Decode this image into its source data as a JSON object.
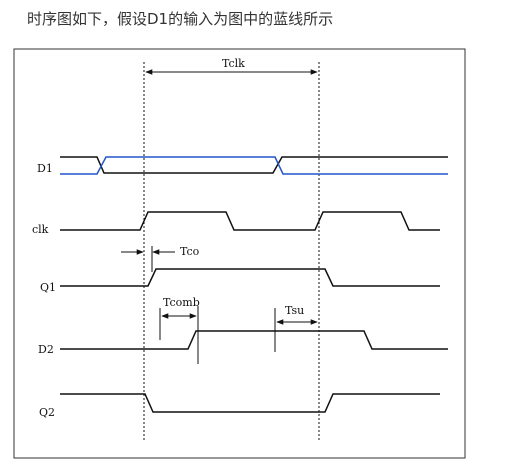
{
  "caption": "时序图如下，假设D1的输入为图中的蓝线所示",
  "signals": {
    "d1": "D1",
    "clk": "clk",
    "q1": "Q1",
    "d2": "D2",
    "q2": "Q2"
  },
  "annotations": {
    "tclk": "Tclk",
    "tco": "Tco",
    "tcomb": "Tcomb",
    "tsu": "Tsu"
  },
  "colors": {
    "black": "#111111",
    "blue_trace": "#2255cc",
    "frame": "#333333"
  }
}
